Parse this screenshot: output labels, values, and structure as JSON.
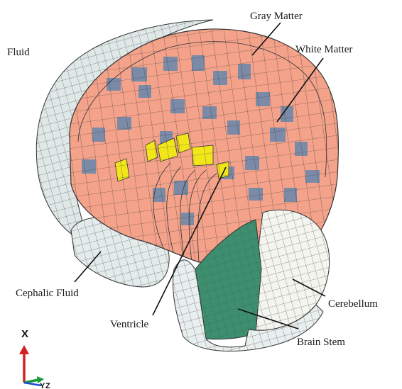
{
  "labels": {
    "fluid": "Fluid",
    "gray_matter": "Gray Matter",
    "white_matter": "White Matter",
    "cephalic_fluid": "Cephalic Fluid",
    "ventricle": "Ventricle",
    "cerebellum": "Cerebellum",
    "brain_stem": "Brain Stem"
  },
  "axes": {
    "x": "X",
    "y": "Y",
    "z": "Z"
  },
  "colors": {
    "gray_matter": "#f4a28a",
    "white_matter": "#7b8aa6",
    "ventricle": "#f2e61a",
    "cephalic_fluid": "#e3ebeb",
    "cerebellum": "#f5f5f0",
    "brain_stem": "#3d8f6f",
    "mesh_line": "#3a3a3a",
    "axis_x": "#d42020",
    "axis_y": "#1a9a3a",
    "axis_z": "#1a4fd4"
  }
}
